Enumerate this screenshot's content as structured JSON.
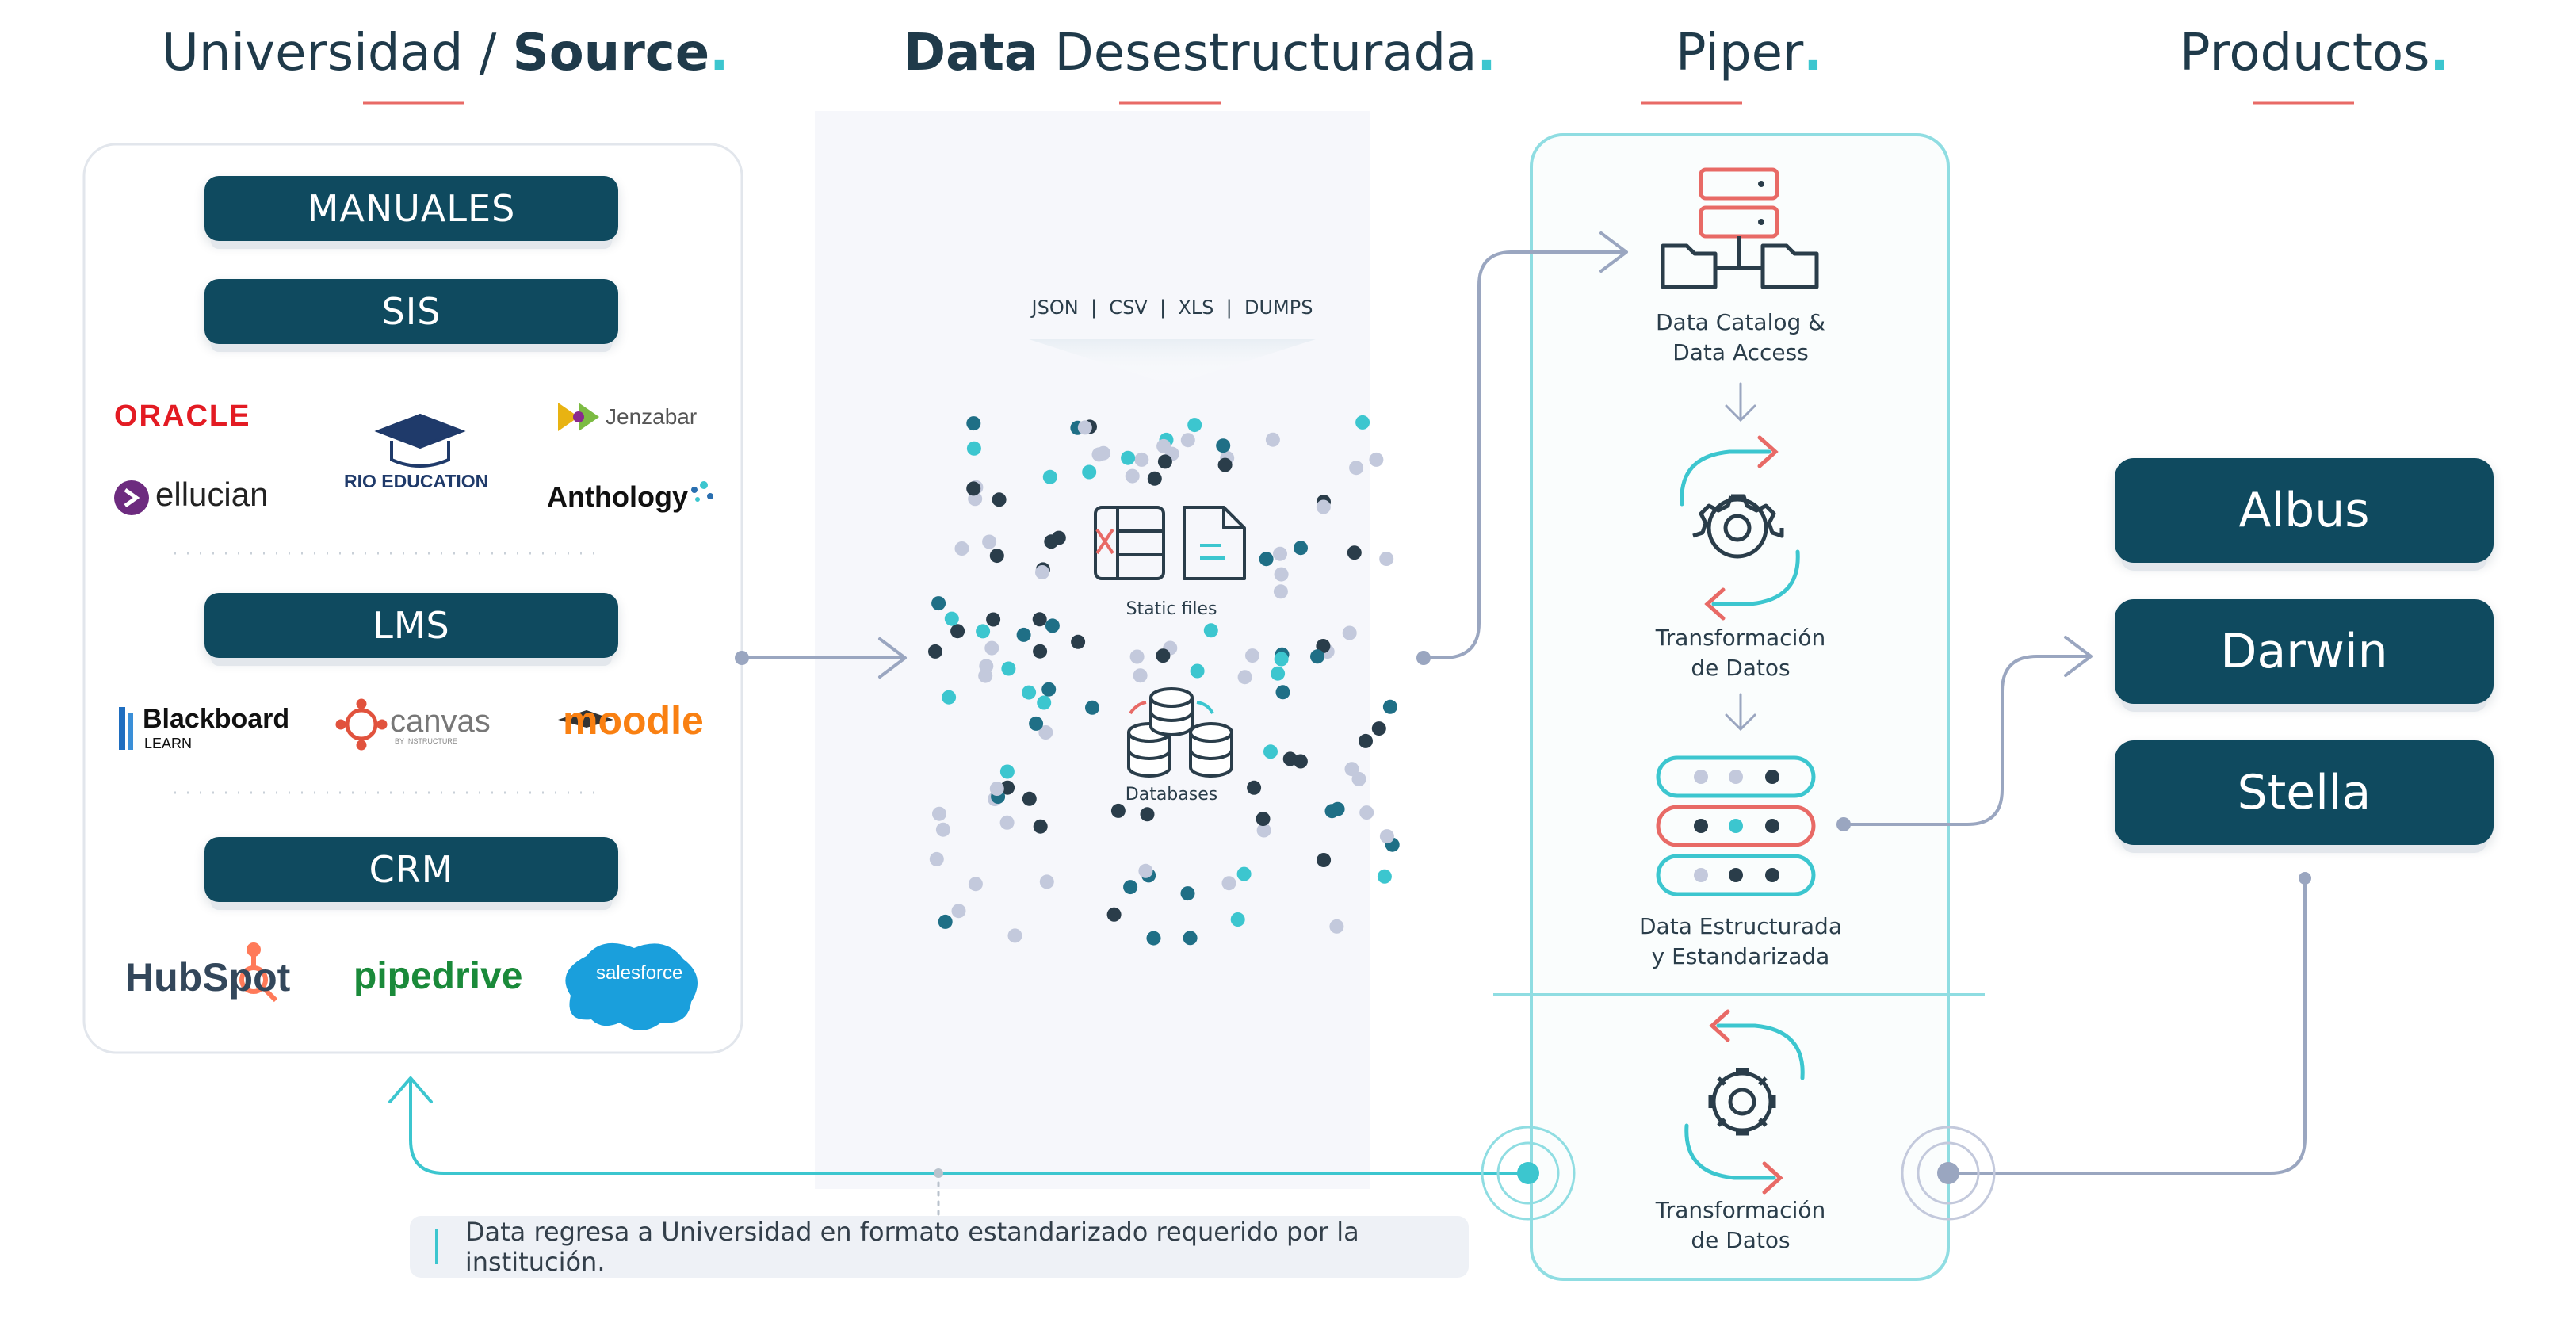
{
  "columns": {
    "source": {
      "pre": "Universidad / ",
      "bold": "Source",
      "dot": "."
    },
    "data": {
      "bold": "Data",
      "post": " Desestructurada",
      "dot": "."
    },
    "piper": {
      "text": "Piper",
      "dot": "."
    },
    "productos": {
      "text": "Productos",
      "dot": "."
    }
  },
  "source_panel": {
    "manuales": "MANUALES",
    "sis": "SIS",
    "lms": "LMS",
    "crm": "CRM",
    "sis_logos": {
      "oracle": "ORACLE",
      "rio": "RIO EDUCATION",
      "jenzabar": "Jenzabar",
      "ellucian": "ellucian",
      "anthology": "Anthology"
    },
    "lms_logos": {
      "blackboard": "Blackboard",
      "blackboard_sub": "LEARN",
      "canvas": "canvas",
      "canvas_sub": "BY INSTRUCTURE",
      "moodle": "moodle"
    },
    "crm_logos": {
      "hubspot": "HubSpot",
      "pipedrive": "pipedrive",
      "salesforce": "salesforce"
    }
  },
  "unstructured": {
    "formats": "JSON  |  CSV  |  XLS  |  DUMPS",
    "static_files": "Static files",
    "databases": "Databases"
  },
  "piper": {
    "catalog": [
      "Data Catalog &",
      "Data Access"
    ],
    "transform1": [
      "Transformación",
      "de Datos"
    ],
    "structured": [
      "Data Estructurada",
      "y Estandarizada"
    ],
    "transform2": [
      "Transformación",
      "de Datos"
    ]
  },
  "products": [
    "Albus",
    "Darwin",
    "Stella"
  ],
  "footer_note": "Data regresa a Universidad en formato estandarizado requerido por la institución.",
  "colors": {
    "navy": "#0f4a5f",
    "teal": "#3cc6cf",
    "coral": "#e86a66",
    "ink": "#1f3a4a",
    "line": "#9aa6c0"
  }
}
